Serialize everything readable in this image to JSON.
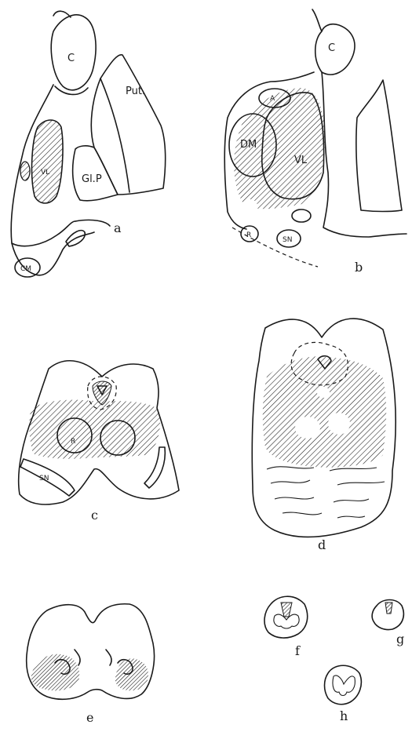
{
  "panels": {
    "a": {
      "caption": "a",
      "labels": {
        "caudate": "C",
        "putamen": "Put.",
        "globus_pallidus": "Gl.P",
        "ventral_lateral": "VL",
        "centromedian": "CM"
      }
    },
    "b": {
      "caption": "b",
      "labels": {
        "caudate": "C",
        "anterior": "A",
        "dorsomedial": "DM",
        "ventral_lateral": "VL",
        "red_nucleus": "R",
        "substantia_nigra": "SN"
      }
    },
    "c": {
      "caption": "c",
      "labels": {
        "red_nucleus": "R",
        "substantia_nigra": "SN"
      }
    },
    "d": {
      "caption": "d"
    },
    "e": {
      "caption": "e"
    },
    "f": {
      "caption": "f"
    },
    "g": {
      "caption": "g"
    },
    "h": {
      "caption": "h"
    }
  },
  "colors": {
    "ink": "#1a1a1a",
    "paper": "#ffffff"
  }
}
